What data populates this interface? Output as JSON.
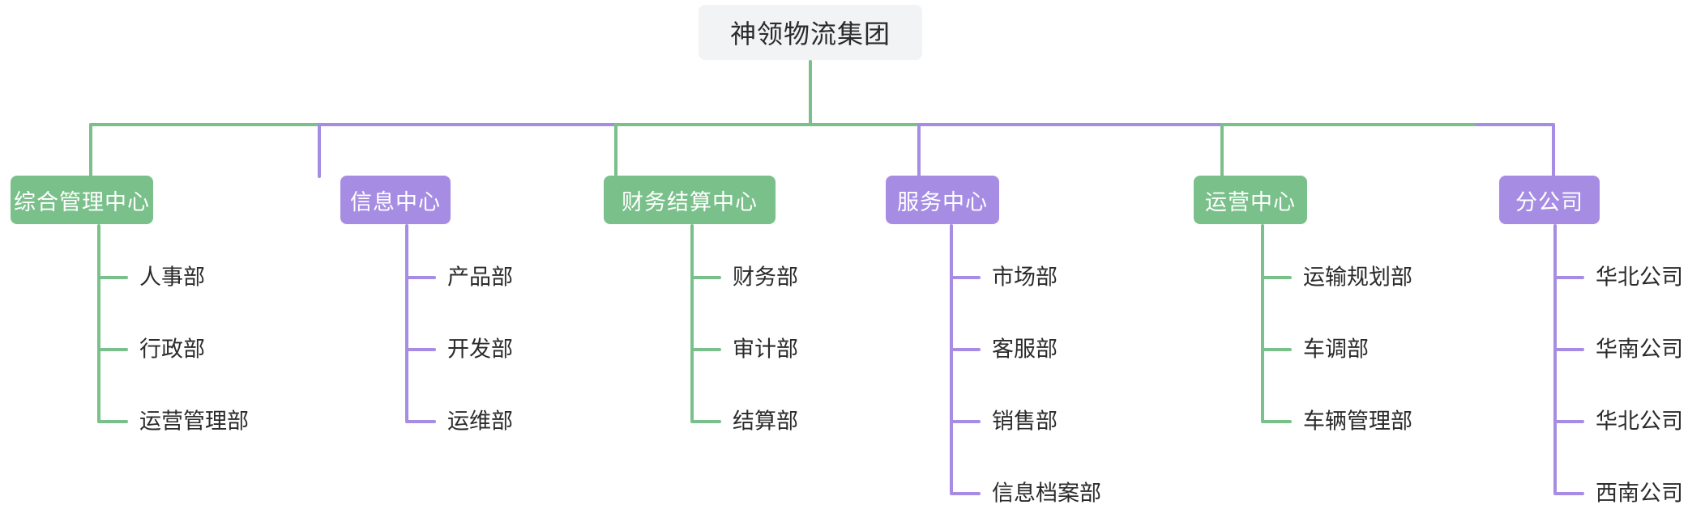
{
  "diagram": {
    "type": "organization-chart",
    "title": "神领物流集团",
    "colors": {
      "green": "#7ac08a",
      "purple": "#a68de3",
      "root_background": "#f2f3f5",
      "node_text": "#ffffff",
      "leaf_text": "#2b2b2b"
    },
    "root": {
      "label": "神领物流集团"
    },
    "branches": [
      {
        "label": "综合管理中心",
        "color": "green",
        "children": [
          {
            "label": "人事部"
          },
          {
            "label": "行政部"
          },
          {
            "label": "运营管理部"
          }
        ]
      },
      {
        "label": "信息中心",
        "color": "purple",
        "children": [
          {
            "label": "产品部"
          },
          {
            "label": "开发部"
          },
          {
            "label": "运维部"
          }
        ]
      },
      {
        "label": "财务结算中心",
        "color": "green",
        "children": [
          {
            "label": "财务部"
          },
          {
            "label": "审计部"
          },
          {
            "label": "结算部"
          }
        ]
      },
      {
        "label": "服务中心",
        "color": "purple",
        "children": [
          {
            "label": "市场部"
          },
          {
            "label": "客服部"
          },
          {
            "label": "销售部"
          },
          {
            "label": "信息档案部"
          }
        ]
      },
      {
        "label": "运营中心",
        "color": "green",
        "children": [
          {
            "label": "运输规划部"
          },
          {
            "label": "车调部"
          },
          {
            "label": "车辆管理部"
          }
        ]
      },
      {
        "label": "分公司",
        "color": "purple",
        "children": [
          {
            "label": "华北公司"
          },
          {
            "label": "华南公司"
          },
          {
            "label": "华北公司"
          },
          {
            "label": "西南公司"
          }
        ]
      }
    ]
  }
}
